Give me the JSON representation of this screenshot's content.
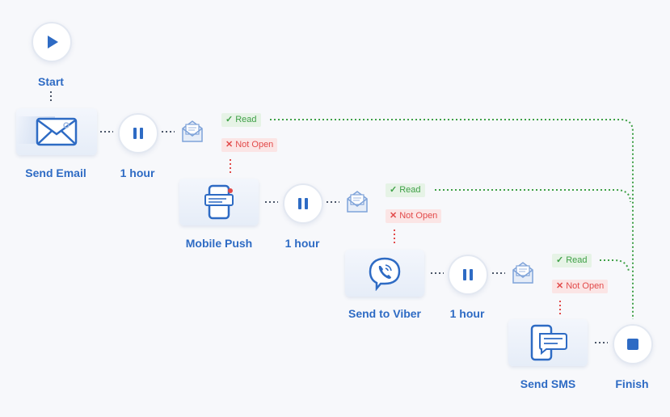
{
  "flow": {
    "start_label": "Start",
    "finish_label": "Finish",
    "steps": [
      {
        "label": "Send Email",
        "icon": "envelope-icon"
      },
      {
        "label": "Mobile Push",
        "icon": "mobile-push-icon"
      },
      {
        "label": "Send to Viber",
        "icon": "viber-icon"
      },
      {
        "label": "Send SMS",
        "icon": "sms-phone-icon"
      }
    ],
    "waits": [
      {
        "label": "1 hour"
      },
      {
        "label": "1 hour"
      },
      {
        "label": "1 hour"
      }
    ],
    "conditions": [
      {
        "read_label": "Read",
        "not_open_label": "Not Open"
      },
      {
        "read_label": "Read",
        "not_open_label": "Not Open"
      },
      {
        "read_label": "Read",
        "not_open_label": "Not Open"
      }
    ],
    "marks": {
      "read": "✓",
      "not_open": "✕"
    }
  },
  "colors": {
    "accent": "#2e6bc4",
    "read": "#3fa047",
    "not_open": "#e24a4a",
    "connector": "#4a5568"
  }
}
